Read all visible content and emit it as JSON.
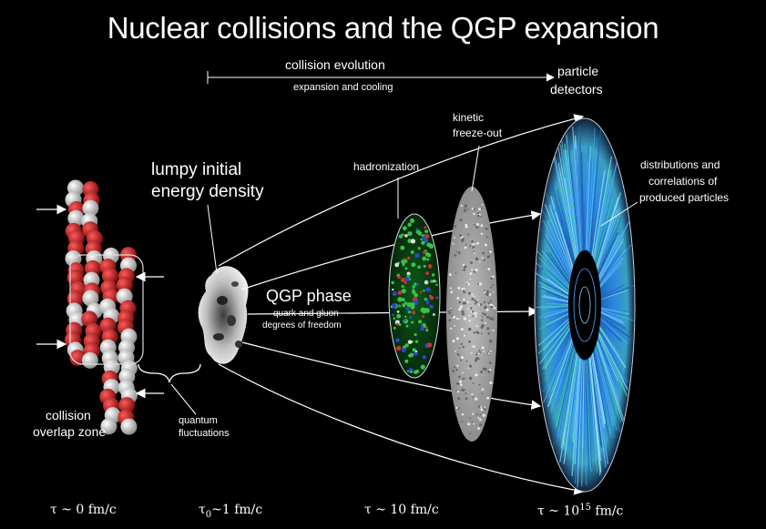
{
  "title": "Nuclear collisions and the QGP expansion",
  "labels": {
    "collision_evolution": "collision evolution",
    "expansion_cooling": "expansion and cooling",
    "particle": "particle",
    "detectors": "detectors",
    "kinetic": "kinetic",
    "freeze_out": "freeze-out",
    "hadronization": "hadronization",
    "lumpy_1": "lumpy initial",
    "lumpy_2": "energy density",
    "distributions_1": "distributions and",
    "distributions_2": "correlations of",
    "distributions_3": "produced particles",
    "qgp_phase": "QGP phase",
    "quark_gluon_1": "quark and gluon",
    "quark_gluon_2": "degrees of freedom",
    "collision": "collision",
    "overlap_zone": "overlap zone",
    "quantum": "quantum",
    "fluctuations": "fluctuations"
  },
  "times": {
    "t0_prefix": "τ ~ 0 fm/c",
    "t1_tau": "τ",
    "t1_sub": "0",
    "t1_rest": "~1 fm/c",
    "t2": "τ ~ 10 fm/c",
    "t3_prefix": "τ ~ 10",
    "t3_sup": "15",
    "t3_rest": " fm/c"
  },
  "colors": {
    "background": "#000000",
    "nucleon_red": "#c8141e",
    "nucleon_white": "#e6e6e6",
    "detector_blue": "#2a7fd8"
  }
}
